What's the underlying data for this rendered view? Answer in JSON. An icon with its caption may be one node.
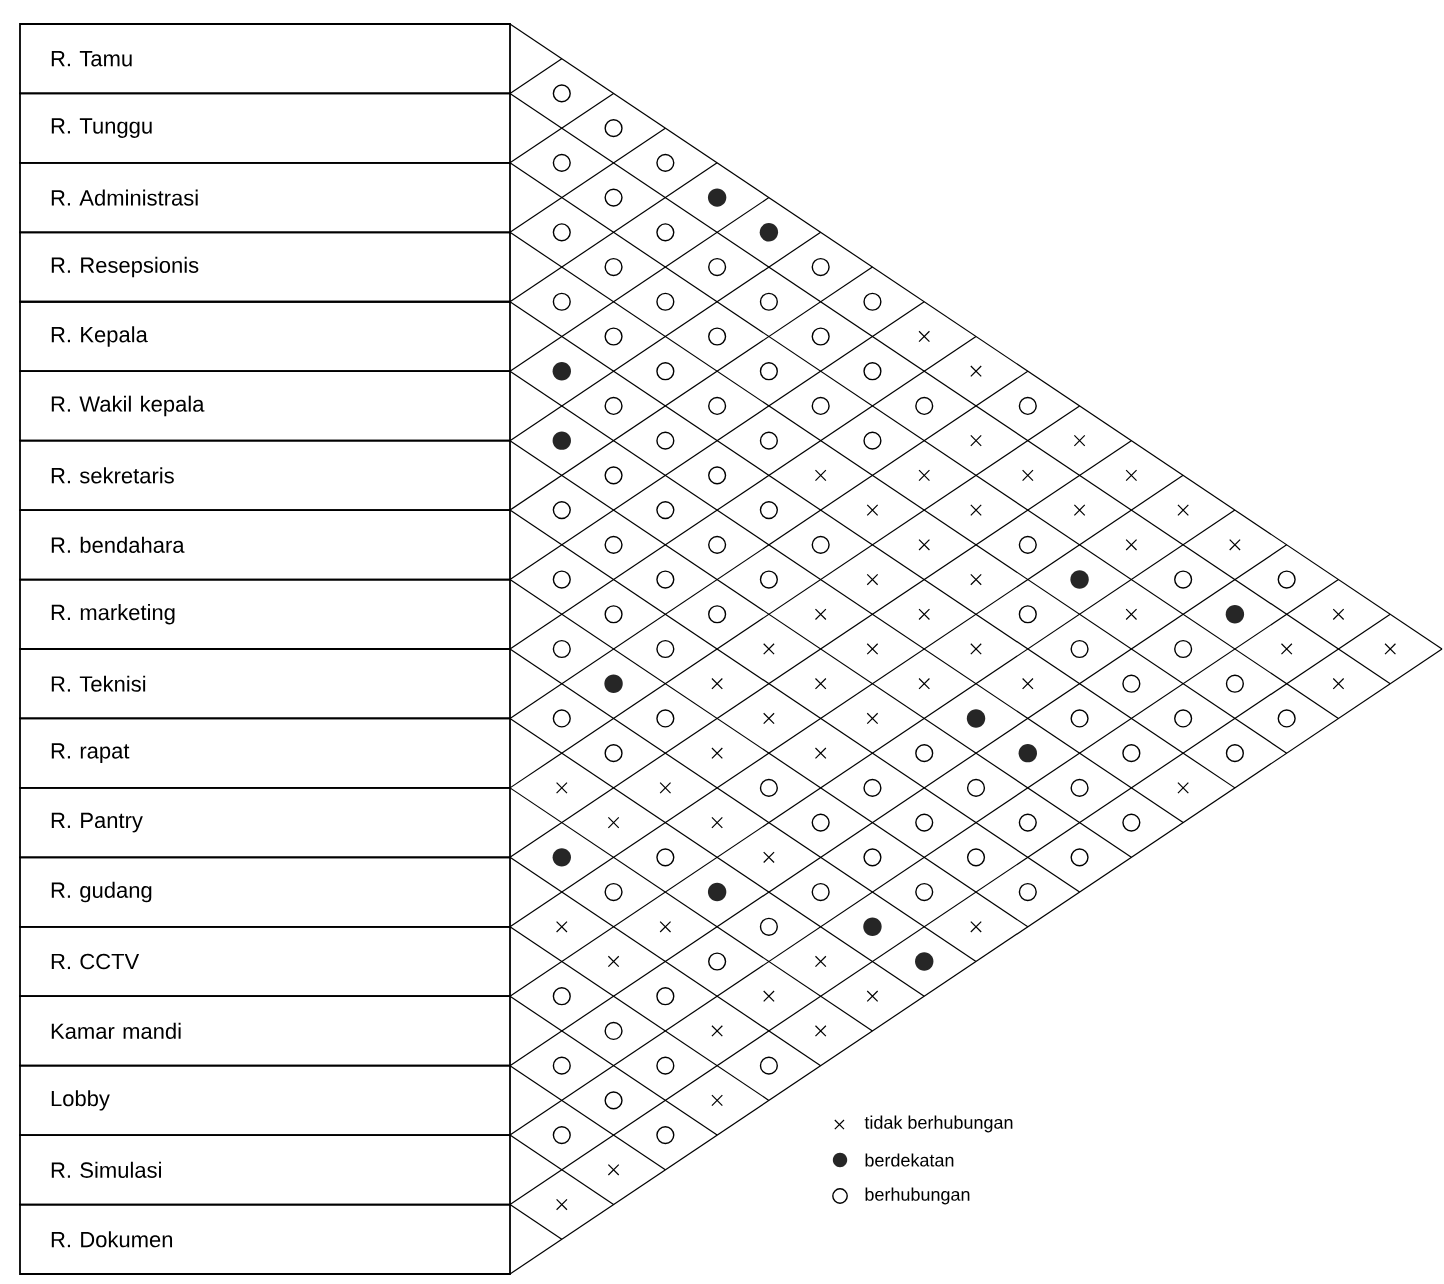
{
  "diagram": {
    "nodes": [
      {
        "text": [
          "R. Tamu"
        ]
      },
      {
        "text": [
          "R. Tunggu"
        ]
      },
      {
        "text": [
          "R. Administrasi"
        ]
      },
      {
        "text": [
          "R. Resepsionis"
        ]
      },
      {
        "text": [
          "R. Kepala"
        ]
      },
      {
        "text": [
          "R. Wakil kepala"
        ]
      },
      {
        "text": [
          "R. sekretaris"
        ]
      },
      {
        "text": [
          "R. bendahara"
        ]
      },
      {
        "text": [
          "R. marketing"
        ]
      },
      {
        "text": [
          "R. Teknisi"
        ]
      },
      {
        "text": [
          "R. rapat"
        ]
      },
      {
        "text": [
          "R. Pantry"
        ]
      },
      {
        "text": [
          "R. gudang"
        ]
      },
      {
        "text": [
          "R. CCTV"
        ]
      },
      {
        "text": [
          "Kamar mandi"
        ]
      },
      {
        "text": [
          "Lobby"
        ]
      },
      {
        "text": [
          "R. Simulasi"
        ]
      },
      {
        "text": [
          "R. Dokumen"
        ]
      }
    ],
    "legend": [
      {
        "text": "tidak berhubungan"
      },
      {
        "text": "berdekatan"
      },
      {
        "text": "berhubungan"
      }
    ]
  }
}
